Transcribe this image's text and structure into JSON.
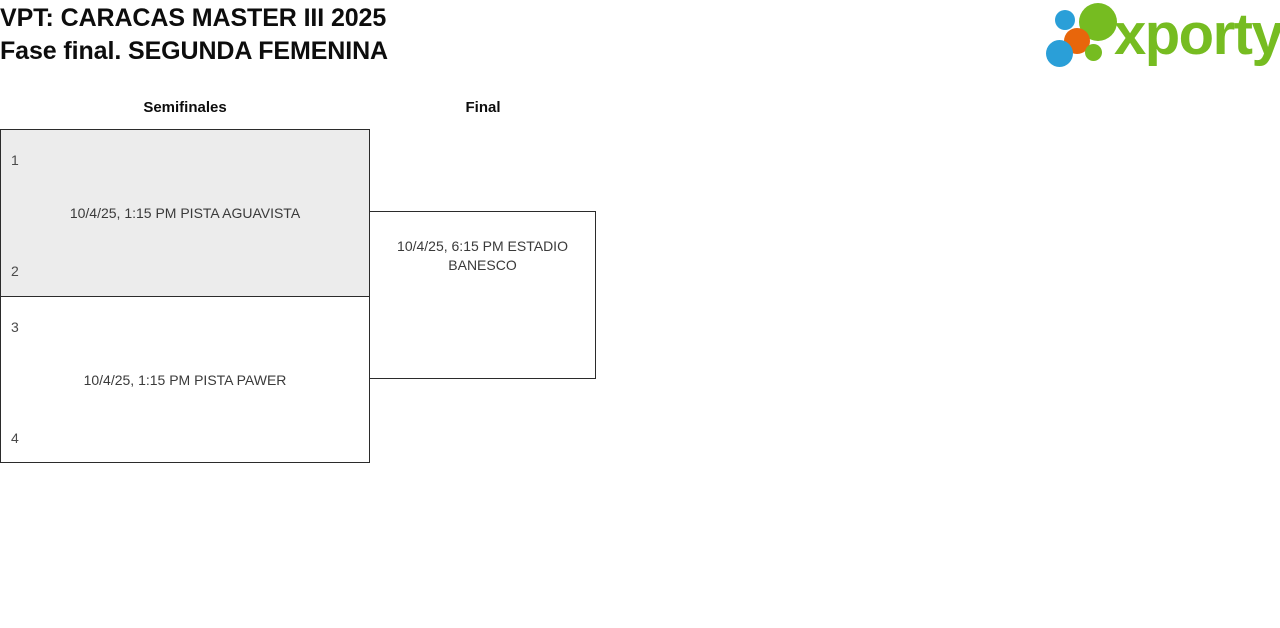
{
  "header": {
    "title_line_1": "VPT: CARACAS MASTER III 2025",
    "title_line_2": "Fase final. SEGUNDA FEMENINA",
    "logo_word": "xporty",
    "logo_colors": {
      "green": "#76bc21",
      "blue": "#2a9fd8",
      "orange": "#e8660b"
    }
  },
  "bracket": {
    "rounds": [
      {
        "label": "Semifinales"
      },
      {
        "label": "Final"
      }
    ],
    "matches": {
      "semifinal_1": {
        "seed_top": "1",
        "seed_bottom": "2",
        "info": "10/4/25, 1:15 PM PISTA AGUAVISTA",
        "background": "#ececec"
      },
      "semifinal_2": {
        "seed_top": "3",
        "seed_bottom": "4",
        "info": "10/4/25, 1:15 PM PISTA PAWER",
        "background": "#ffffff"
      },
      "final": {
        "info": "10/4/25, 6:15 PM ESTADIO BANESCO",
        "background": "#ffffff"
      }
    }
  }
}
